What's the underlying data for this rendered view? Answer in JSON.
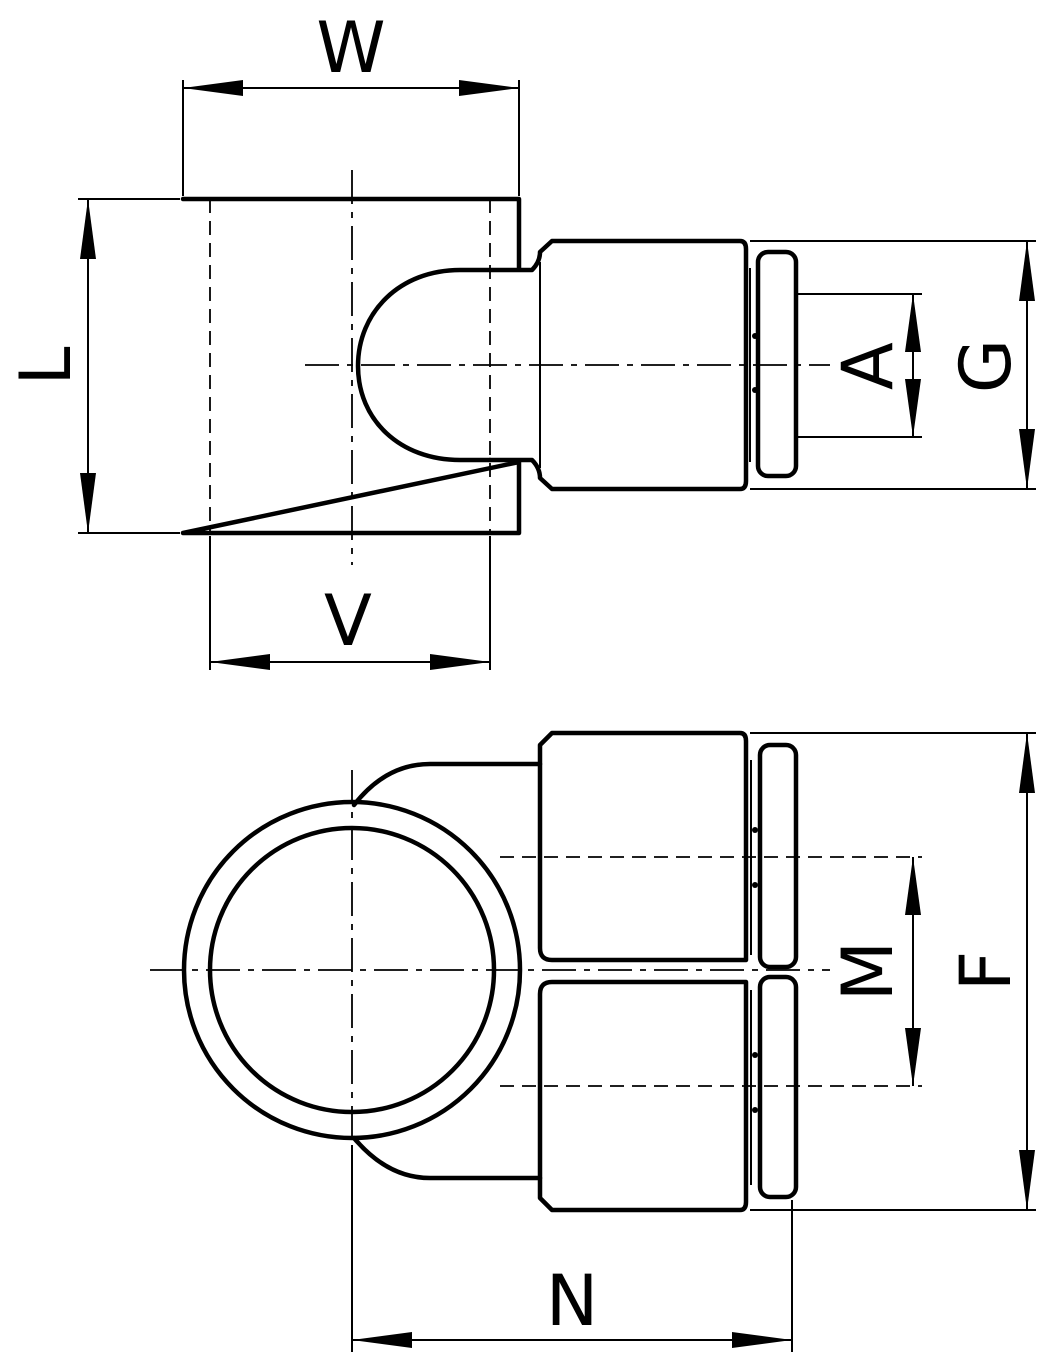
{
  "dimensions": {
    "W": "W",
    "L": "L",
    "V": "V",
    "A": "A",
    "G": "G",
    "M": "M",
    "F": "F",
    "N": "N"
  }
}
